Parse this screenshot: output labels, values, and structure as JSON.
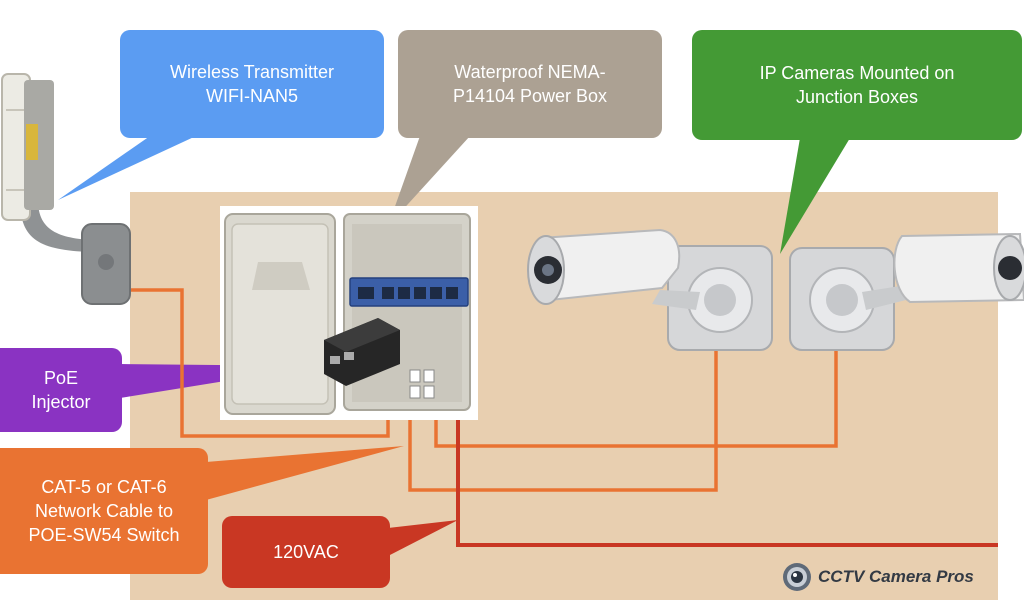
{
  "callouts": {
    "wireless": "Wireless Transmitter\nWIFI-NAN5",
    "nema": "Waterproof NEMA-\nP14104 Power Box",
    "cameras": "IP Cameras Mounted on\nJunction Boxes",
    "poe": "PoE\nInjector",
    "cable": "CAT-5 or CAT-6\nNetwork Cable to\nPOE-SW54 Switch",
    "power": "120VAC"
  },
  "brand": "CCTV Camera Pros",
  "colors": {
    "background_panel": "#e8cfb0",
    "network_cable": "#e97332",
    "power_cable": "#c93723",
    "wireless_callout": "#5b9cf2",
    "nema_callout": "#aca193",
    "camera_callout": "#449a35",
    "poe_callout": "#8a33c2",
    "switch": "#3b5fa8"
  }
}
